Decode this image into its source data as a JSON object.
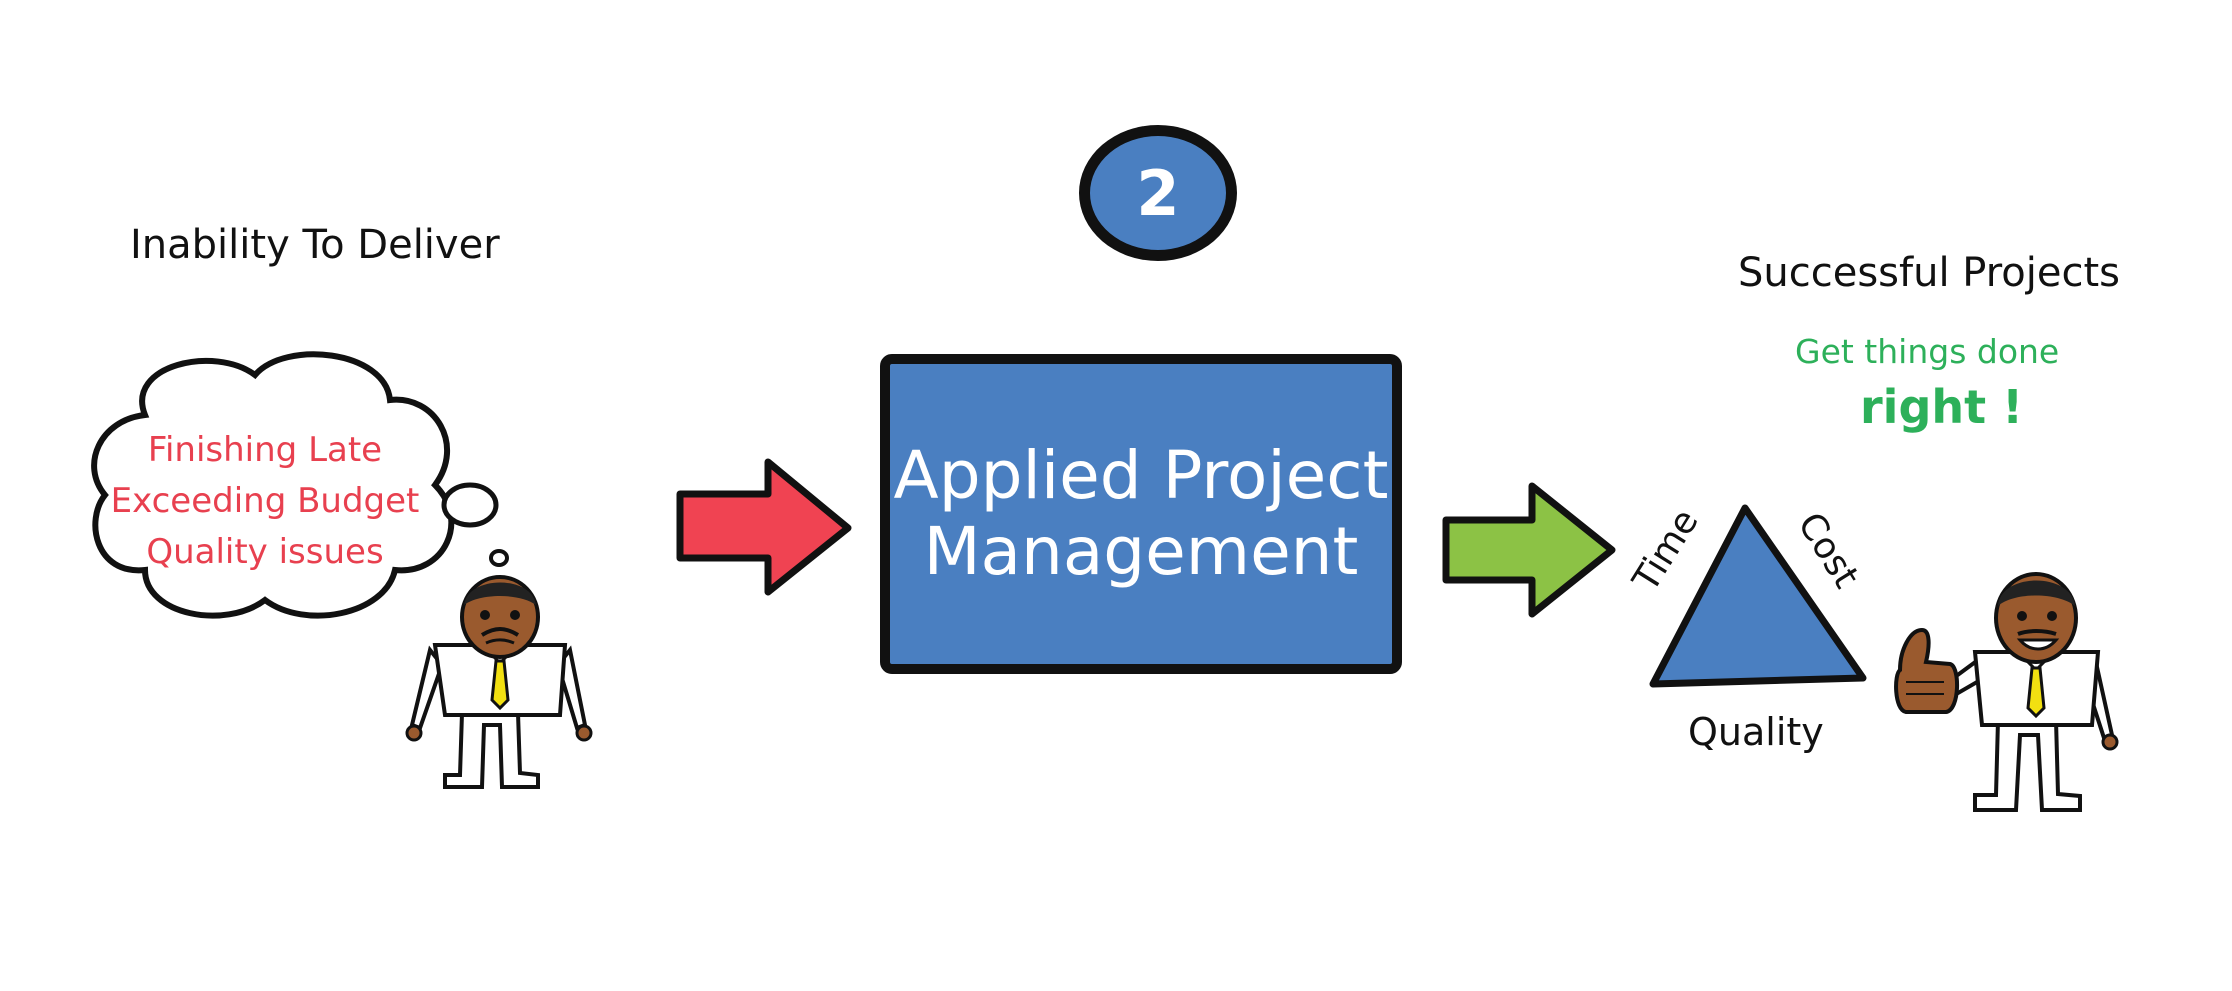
{
  "step": {
    "number": "2"
  },
  "left": {
    "title": "Inability To Deliver",
    "problems": [
      "Finishing Late",
      "Exceeding Budget",
      "Quality issues"
    ]
  },
  "center": {
    "line1": "Applied Project",
    "line2": "Management"
  },
  "right": {
    "title": "Successful Projects",
    "tagline1": "Get things done",
    "tagline2": "right !",
    "triangle": {
      "left": "Time",
      "right": "Cost",
      "bottom": "Quality"
    }
  },
  "colors": {
    "accent_blue": "#4a7fc1",
    "problem_red": "#e8404f",
    "success_green": "#2db05a",
    "arrow_red": "#f04352",
    "arrow_green": "#8cc245"
  },
  "icons": [
    "thought-cloud-icon",
    "worried-man-icon",
    "red-arrow-icon",
    "green-arrow-icon",
    "triangle-icon",
    "thumbs-up-man-icon"
  ]
}
